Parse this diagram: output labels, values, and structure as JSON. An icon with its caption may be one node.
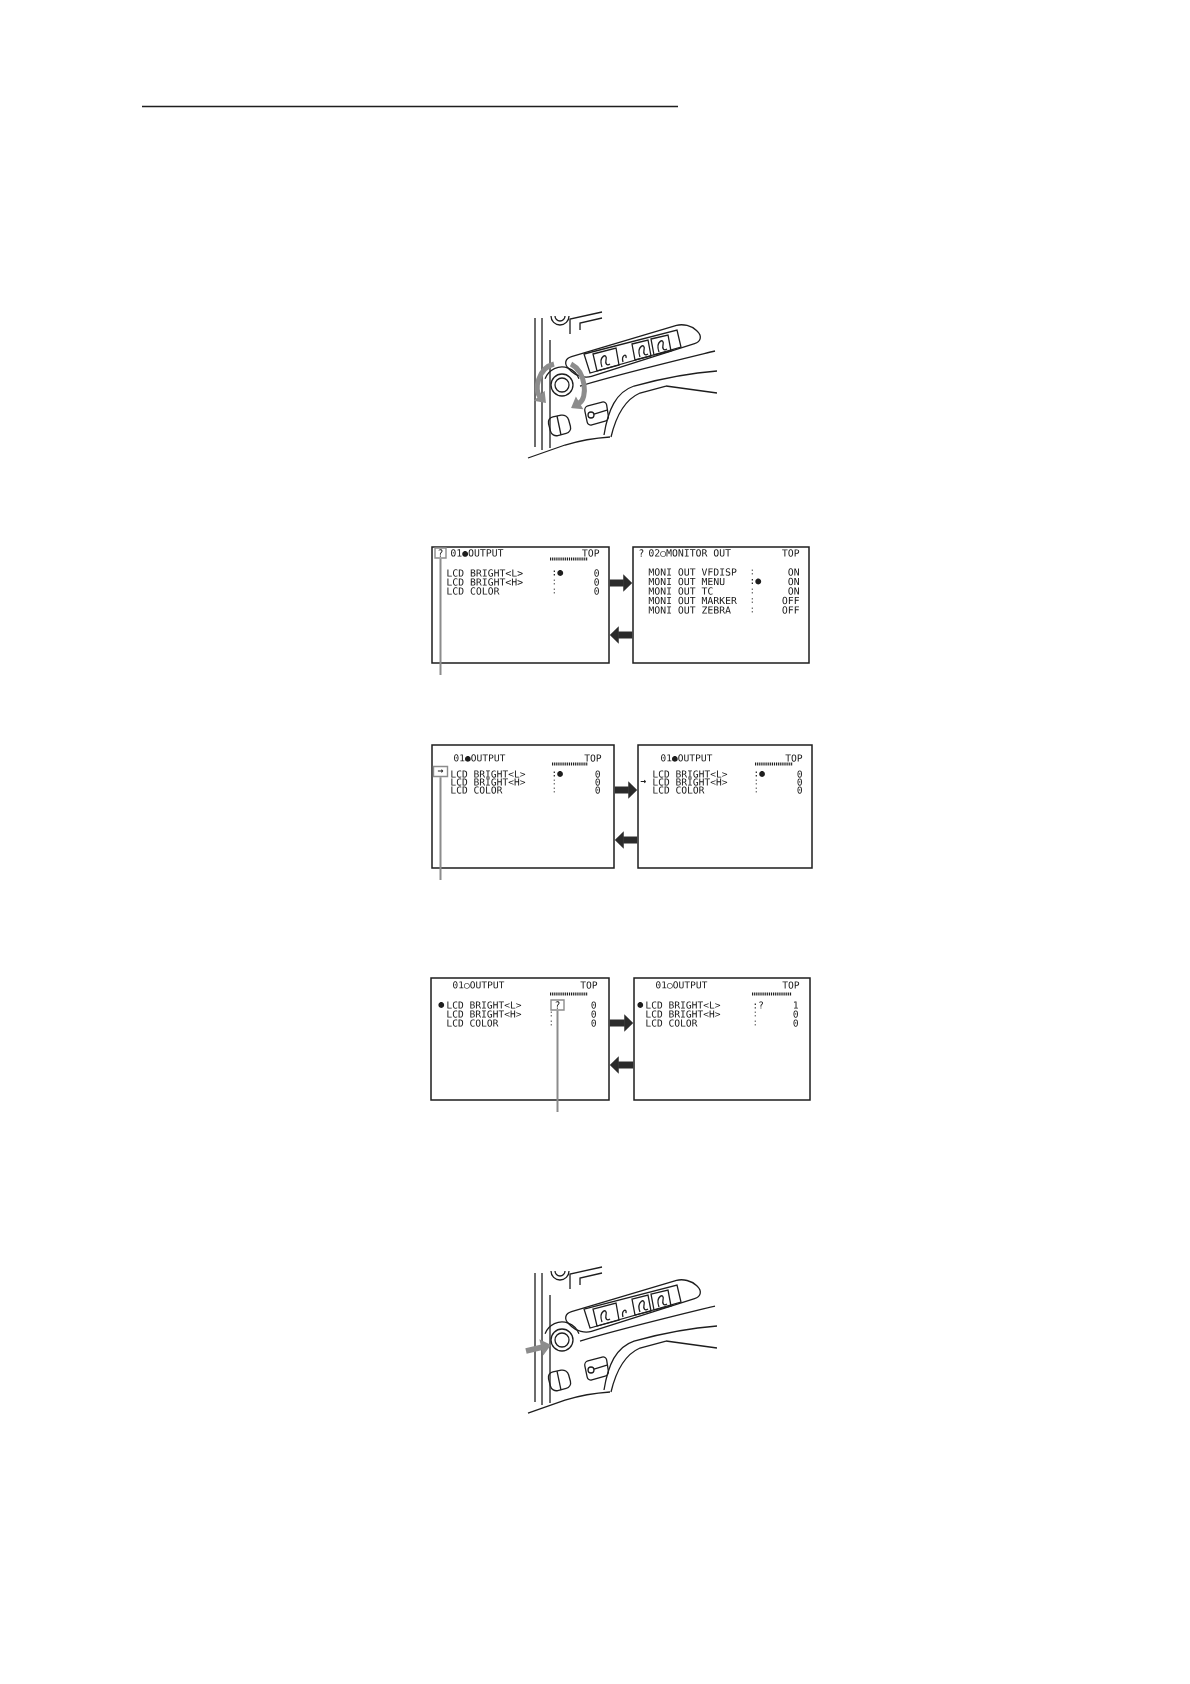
{
  "diagram": {
    "nodes": [
      {
        "text": [
          "01●OUTPUT",
          "TOP",
          "LCD BRIGHT<L>",
          ":●",
          "0",
          "LCD BRIGHT<H>",
          ":",
          "0",
          "LCD COLOR",
          ":",
          "0"
        ]
      },
      {
        "text": [
          "?"
        ],
        "in": 0
      },
      {
        "text": [
          "?",
          "02○MONITOR OUT",
          "TOP",
          "MONI OUT VFDISP",
          ":",
          "ON",
          "MONI OUT MENU",
          ":●",
          "ON",
          "MONI OUT TC",
          ":",
          "ON",
          "MONI OUT MARKER",
          ":",
          "OFF",
          "MONI OUT ZEBRA",
          ":",
          "OFF"
        ]
      },
      {
        "text": [
          "01●OUTPUT",
          "TOP",
          "LCD BRIGHT<L>",
          ":●",
          "0",
          "LCD BRIGHT<H>",
          ":",
          "0",
          "LCD COLOR",
          ":",
          "0"
        ]
      },
      {
        "text": [
          "→"
        ],
        "in": 3
      },
      {
        "text": [
          "01●OUTPUT",
          "TOP",
          "LCD BRIGHT<L>",
          ":●",
          "0",
          "→",
          "LCD BRIGHT<H>",
          ":",
          "0",
          "LCD COLOR",
          ":",
          "0"
        ]
      },
      {
        "text": [
          "01○OUTPUT",
          "TOP",
          "●",
          "LCD BRIGHT<L>",
          "0",
          "LCD BRIGHT<H>",
          ":",
          "0",
          "LCD COLOR",
          ":",
          "0"
        ]
      },
      {
        "text": [
          "?"
        ],
        "in": 6
      },
      {
        "text": [
          "01○OUTPUT",
          "TOP",
          "●",
          "LCD BRIGHT<L>",
          ":?",
          "1",
          "LCD BRIGHT<H>",
          ":",
          "0",
          "LCD COLOR",
          ":",
          "0"
        ]
      }
    ],
    "edges": [
      {
        "from": 0,
        "to": 2,
        "arrow": "to"
      },
      {
        "from": 2,
        "to": 0,
        "arrow": "to"
      },
      {
        "from": null,
        "to": 1,
        "arrow": "none",
        "color": "#8c8c8c"
      },
      {
        "from": 3,
        "to": 5,
        "arrow": "to"
      },
      {
        "from": 5,
        "to": 3,
        "arrow": "to"
      },
      {
        "from": null,
        "to": 4,
        "arrow": "none",
        "color": "#8c8c8c"
      },
      {
        "from": 6,
        "to": 8,
        "arrow": "to"
      },
      {
        "from": 8,
        "to": 6,
        "arrow": "to"
      },
      {
        "from": null,
        "to": 7,
        "arrow": "none",
        "color": "#8c8c8c"
      }
    ]
  }
}
